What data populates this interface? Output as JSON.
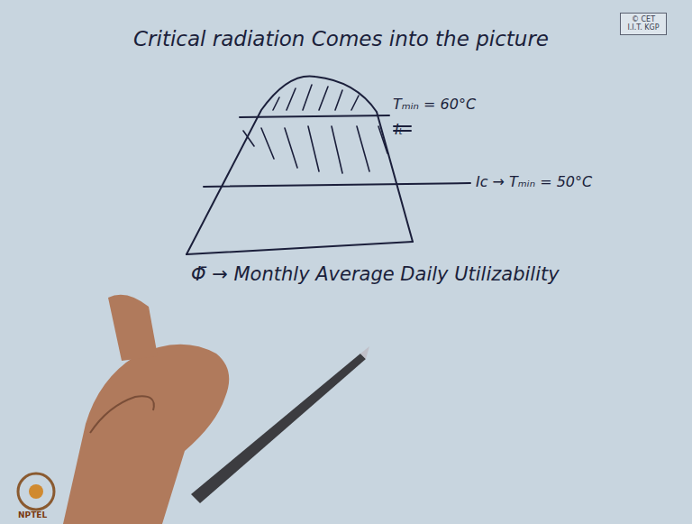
{
  "diagram": {
    "title": "Critical radiation Comes into the picture",
    "nodes": [
      {
        "text": [
          "© CET I.I.T. KGP"
        ]
      }
    ],
    "labels": [
      "Tₘᵢₙ = 60°C",
      "Iₜ",
      "Ic → Tₘᵢₙ = 50°C",
      "Φ̄ → Monthly Average Daily Utilizability",
      "NPTEL"
    ]
  }
}
